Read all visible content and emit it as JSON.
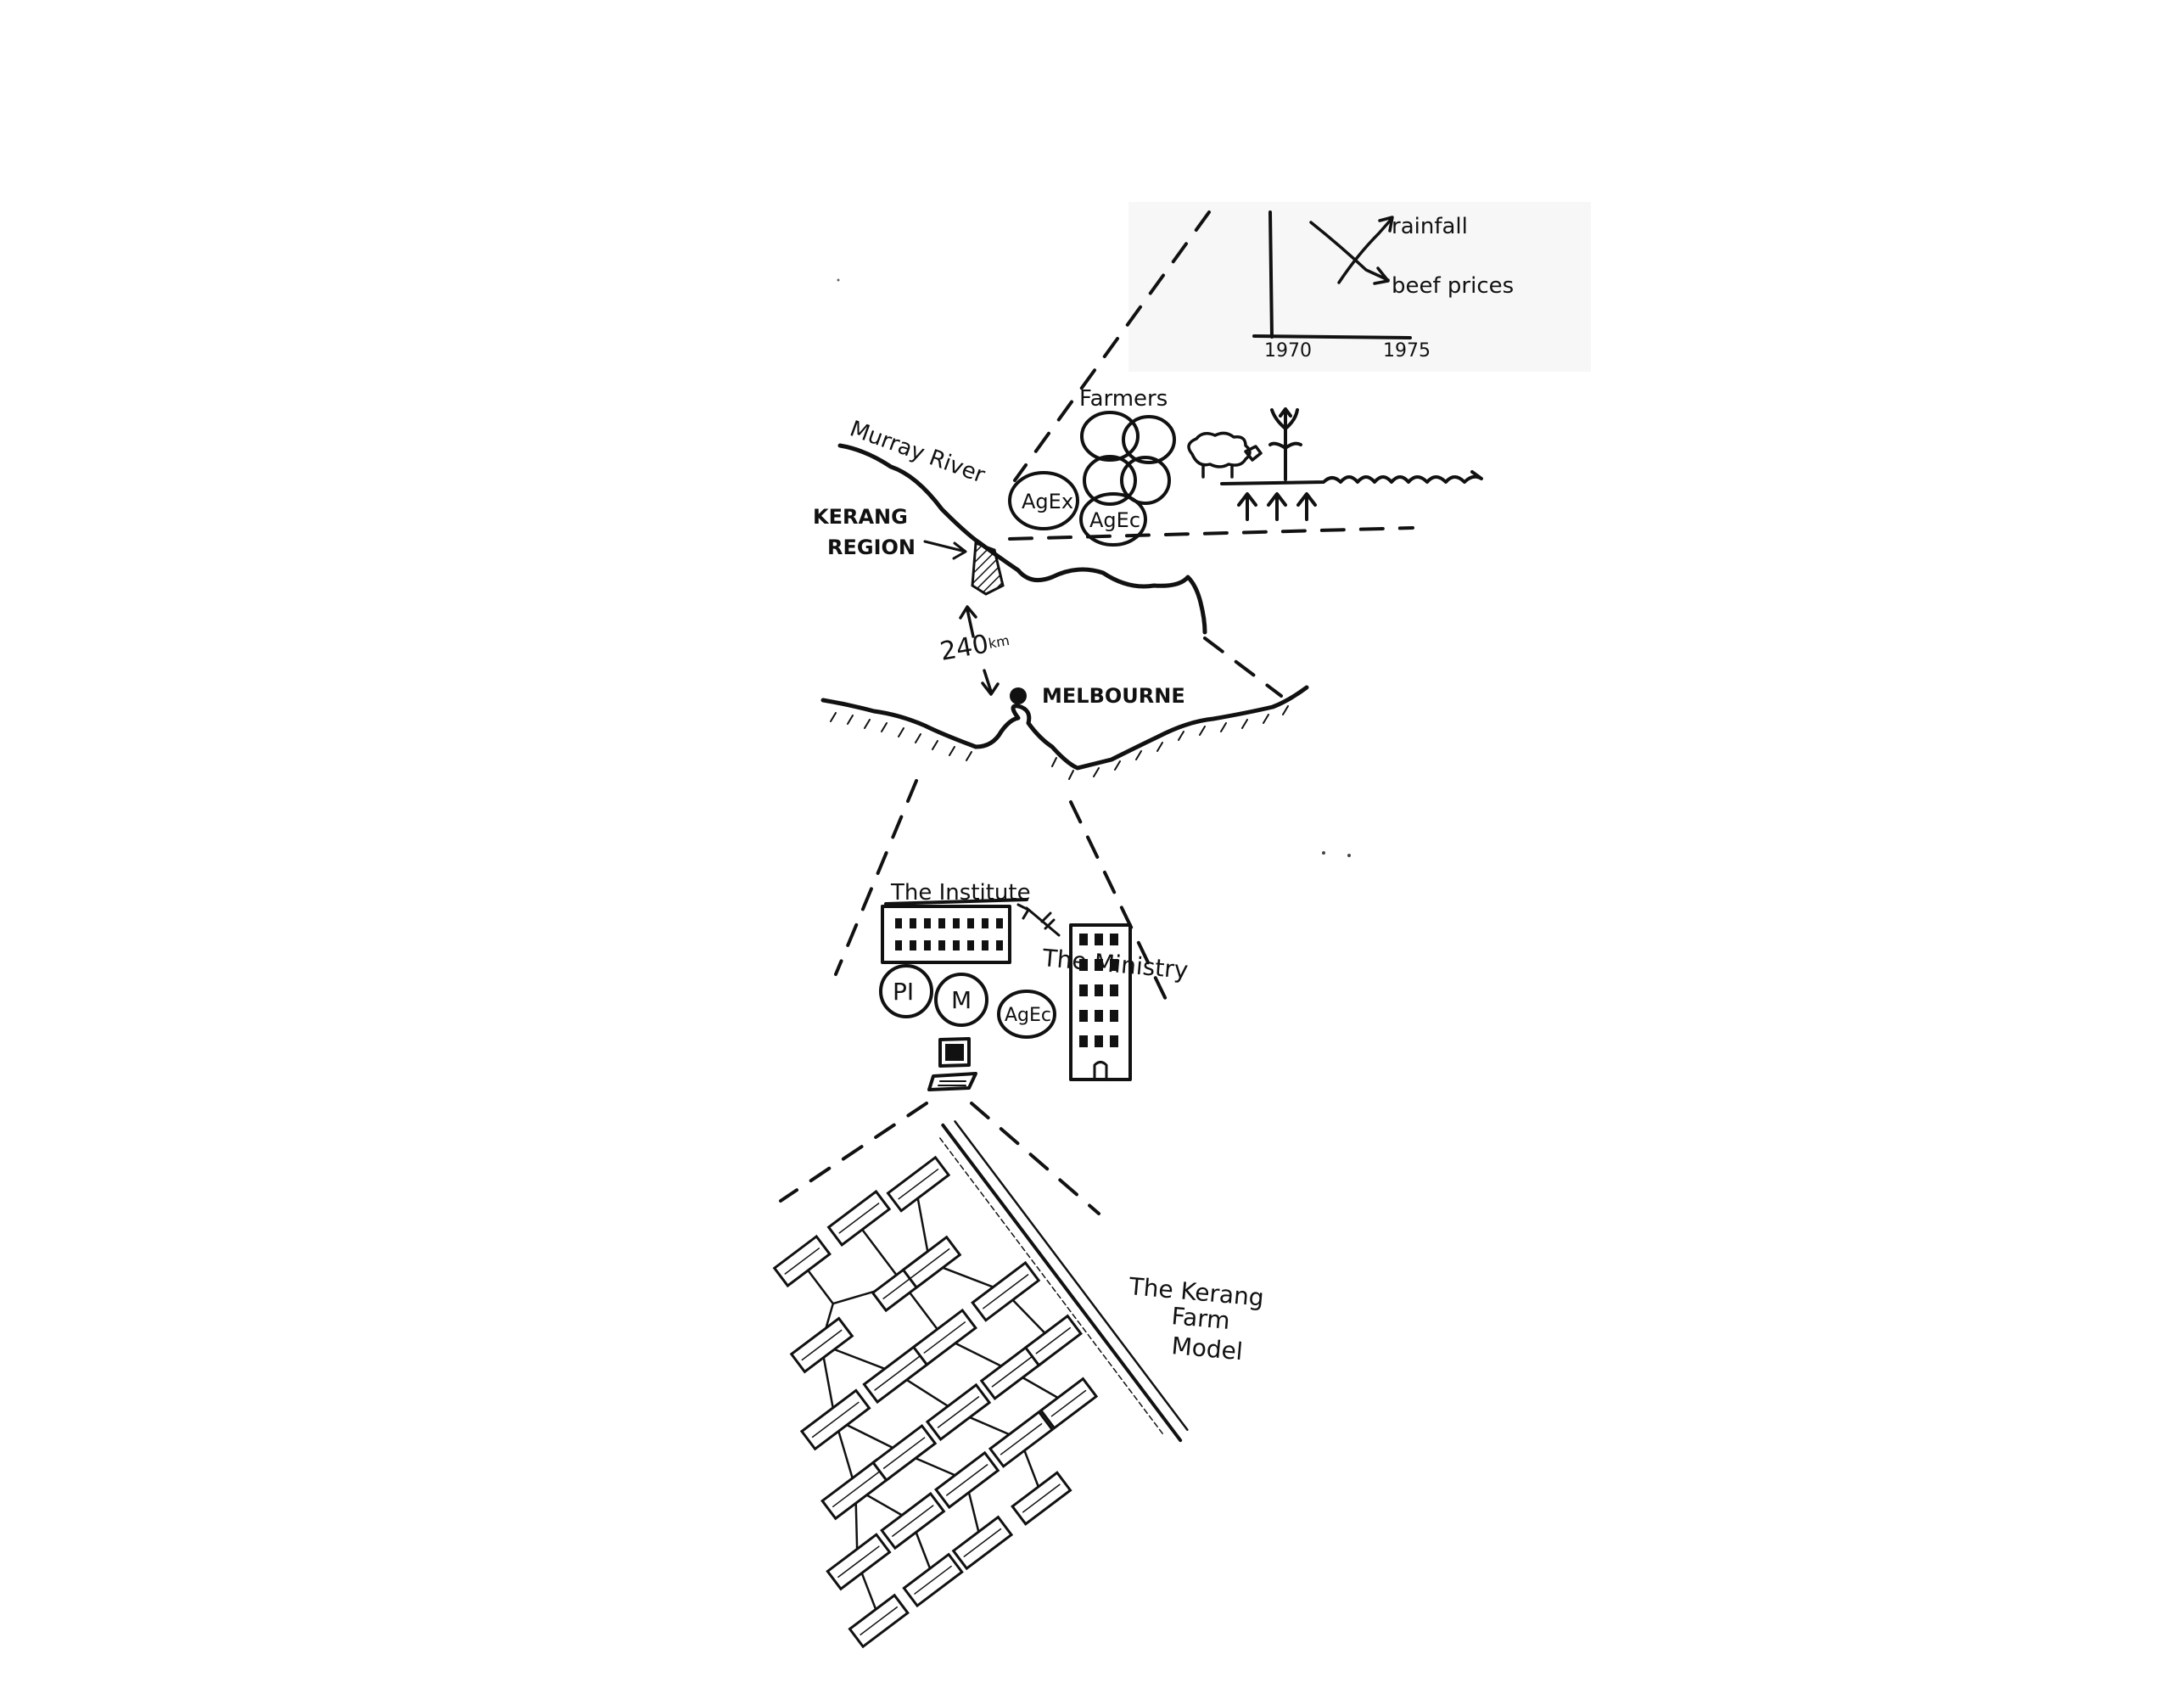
{
  "trend_chart": {
    "x_start": "1970",
    "x_end": "1975",
    "up_label": "rainfall",
    "down_label": "beef prices"
  },
  "map": {
    "river": "Murray River",
    "region_line1": "KERANG",
    "region_line2": "REGION",
    "distance": "240",
    "distance_unit": "km",
    "city": "MELBOURNE"
  },
  "farm": {
    "farmers": "Farmers",
    "agex": "AgEx",
    "agec": "AgEc"
  },
  "organisations": {
    "institute": "The Institute",
    "ministry": "The Ministry",
    "pi": "PI",
    "m": "M",
    "agec": "AgEc"
  },
  "model": {
    "title_line1": "The Kerang",
    "title_line2": "Farm",
    "title_line3": "Model"
  }
}
